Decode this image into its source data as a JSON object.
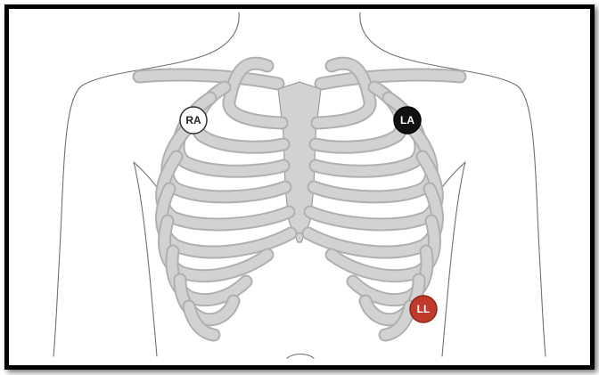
{
  "electrodes": {
    "ra": {
      "label": "RA",
      "fill": "#ffffff",
      "stroke": "#333333",
      "text_color": "#222222"
    },
    "la": {
      "label": "LA",
      "fill": "#111111",
      "stroke": "#000000",
      "text_color": "#ffffff"
    },
    "ll": {
      "label": "LL",
      "fill": "#c0392b",
      "stroke": "#8e2418",
      "text_color": "#ffffff"
    }
  },
  "colors": {
    "bone": "#d2d2d2",
    "bone_outline": "#a9a9a9",
    "skin_outline": "#6f6f6f",
    "frame": "#000000"
  }
}
